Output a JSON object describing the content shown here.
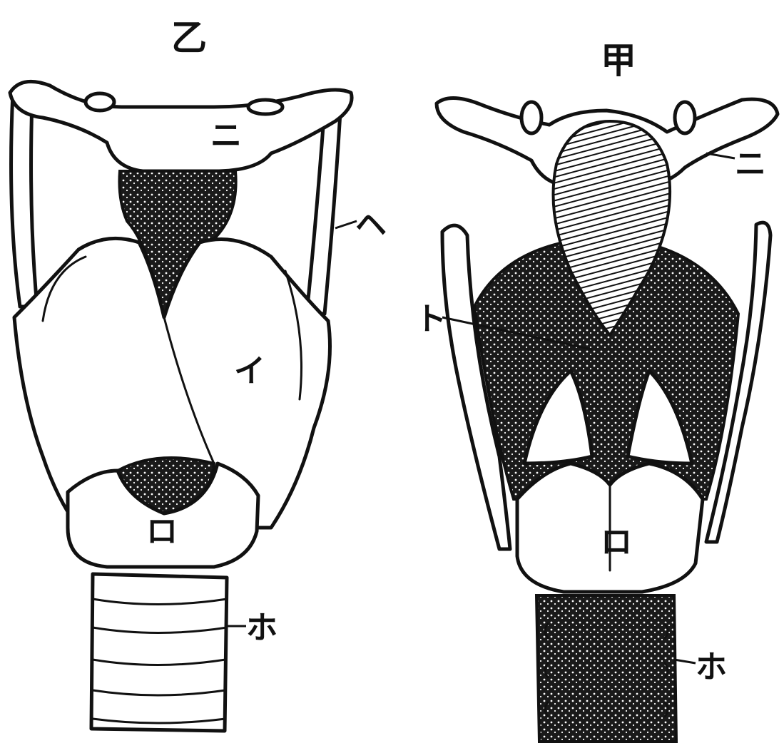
{
  "left_figure": {
    "title": "乙",
    "labels": {
      "thyroid": "イ",
      "cricoid": "ロ",
      "hyoid": "ニ",
      "ligament": "ヘ",
      "trachea": "ホ"
    }
  },
  "right_figure": {
    "title": "甲",
    "labels": {
      "hyoid": "ニ",
      "vocal": "ト",
      "cricoid": "ロ",
      "trachea": "ホ"
    }
  }
}
